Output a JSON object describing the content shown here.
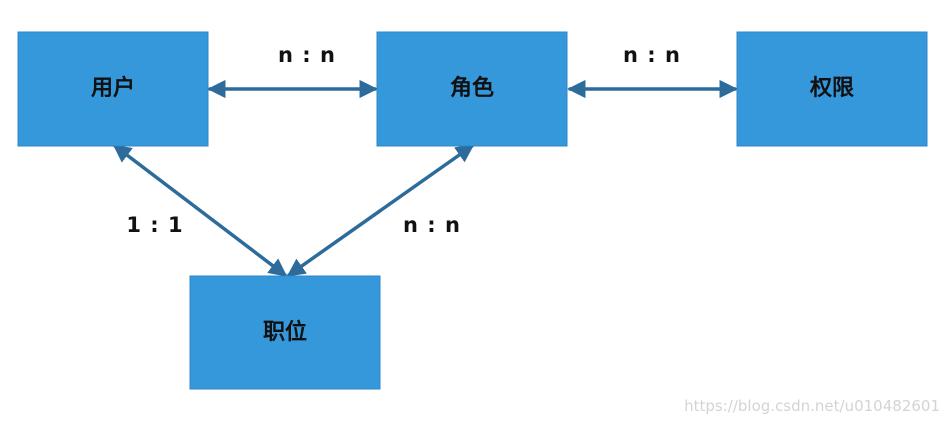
{
  "diagram": {
    "nodes": {
      "user": "用户",
      "role": "角色",
      "permission": "权限",
      "position": "职位"
    },
    "relations": {
      "user_role": "n : n",
      "role_permission": "n : n",
      "user_position": "1 : 1",
      "role_position": "n : n"
    },
    "colors": {
      "node_fill": "#3498db",
      "connector": "#2c6b9a",
      "text": "#111111",
      "watermark": "#d4d4d4"
    }
  },
  "watermark": "https://blog.csdn.net/u010482601"
}
